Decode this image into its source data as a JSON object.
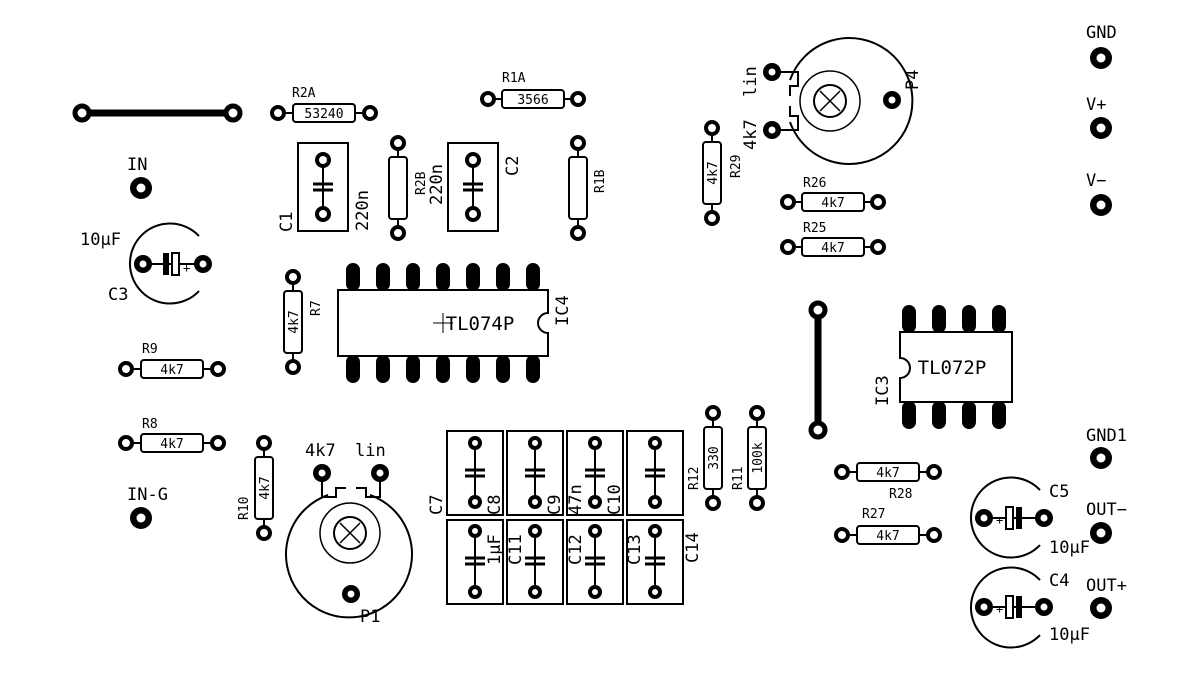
{
  "colors": {
    "ink": "#000000",
    "paper": "#ffffff"
  },
  "terminals": {
    "gnd": "GND",
    "vplus": "V+",
    "vminus": "V−",
    "in": "IN",
    "ing": "IN-G",
    "gnd1": "GND1",
    "outminus": "OUT−",
    "outplus": "OUT+"
  },
  "resistors": {
    "r2a": {
      "name": "R2A",
      "value": "53240"
    },
    "r1a": {
      "name": "R1A",
      "value": "3566"
    },
    "r2b": {
      "name": "R2B"
    },
    "r1b": {
      "name": "R1B"
    },
    "r29": {
      "name": "R29",
      "value": "4k7"
    },
    "r26": {
      "name": "R26",
      "value": "4k7"
    },
    "r25": {
      "name": "R25",
      "value": "4k7"
    },
    "r7": {
      "name": "R7",
      "value": "4k7"
    },
    "r9": {
      "name": "R9",
      "value": "4k7"
    },
    "r8": {
      "name": "R8",
      "value": "4k7"
    },
    "r10": {
      "name": "R10",
      "value": "4k7"
    },
    "r12": {
      "name": "R12",
      "value": "330"
    },
    "r11": {
      "name": "R11",
      "value": "100k"
    },
    "r28": {
      "name": "R28",
      "value": "4k7"
    },
    "r27": {
      "name": "R27",
      "value": "4k7"
    }
  },
  "capacitors": {
    "c1": {
      "name": "C1",
      "value": "220n"
    },
    "c2": {
      "name": "C2",
      "value": "220n"
    },
    "c3": {
      "name": "C3",
      "value": "10µF"
    },
    "c4": {
      "name": "C4",
      "value": "10µF"
    },
    "c5": {
      "name": "C5",
      "value": "10µF"
    },
    "c7": "C7",
    "c8": "C8",
    "c9": "C9",
    "c10": "C10",
    "c11": "C11",
    "c12": "C12",
    "c13": "C13",
    "c14": "C14",
    "v47n": "47n",
    "v1uf": "1µF"
  },
  "ics": {
    "ic4": {
      "name": "IC4",
      "part": "TL074P"
    },
    "ic3": {
      "name": "IC3",
      "part": "TL072P"
    }
  },
  "pots": {
    "p1": {
      "name": "P1",
      "value": "4k7",
      "taper": "lin"
    },
    "p4": {
      "name": "P4",
      "value": "4k7",
      "taper": "lin"
    }
  }
}
